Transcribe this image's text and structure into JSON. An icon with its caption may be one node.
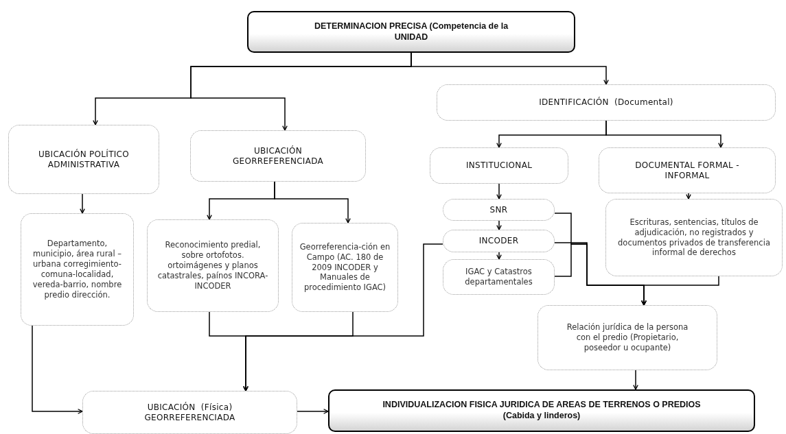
{
  "diagram": {
    "nodes": [
      {
        "text": [
          "DETERMINACION PRECISA (Competencia de la UNIDAD"
        ]
      },
      {
        "text": [
          "UBICACIÓN POLÍTICO ADMINISTRATIVA"
        ]
      },
      {
        "text": [
          "UBICACIÓN GEORREFERENCIADA"
        ]
      },
      {
        "text": [
          "IDENTIFICACIÓN  (Documental)"
        ]
      },
      {
        "text": [
          "INSTITUCIONAL"
        ]
      },
      {
        "text": [
          "DOCUMENTAL FORMAL - INFORMAL"
        ]
      },
      {
        "text": [
          "Departamento, municipio, área rural –urbana corregimiento-comuna-localidad, vereda-barrio, nombre predio dirección."
        ]
      },
      {
        "text": [
          "Reconocimiento predial, sobre ortofotos. ortoimágenes y planos catastrales, paínos INCORA-INCODER"
        ]
      },
      {
        "text": [
          "Georreferencia-ción en Campo (AC. 180 de 2009 INCODER y Manuales de procedimiento IGAC)"
        ]
      },
      {
        "text": [
          "SNR"
        ]
      },
      {
        "text": [
          "INCODER"
        ]
      },
      {
        "text": [
          "IGAC y Catastros departamentales"
        ]
      },
      {
        "text": [
          "Escrituras, sentencias, títulos de adjudicación, no registrados y documentos privados de transferencia informal de derechos"
        ]
      },
      {
        "text": [
          "Relación jurídica de la persona con el predio (Propietario, poseedor u ocupante)"
        ]
      },
      {
        "text": [
          "UBICACIÓN  (Física) GEORREFERENCIADA"
        ]
      },
      {
        "text": [
          "INDIVIDUALIZACION FISICA JURIDICA DE AREAS DE TERRENOS O PREDIOS (Cabida y linderos)"
        ]
      }
    ],
    "edges": [
      {
        "from": 0,
        "to": 1,
        "arrow": "to"
      },
      {
        "from": 0,
        "to": 2,
        "arrow": "to"
      },
      {
        "from": 0,
        "to": 3,
        "arrow": "to"
      },
      {
        "from": 1,
        "to": 6,
        "arrow": "to"
      },
      {
        "from": 2,
        "to": 7,
        "arrow": "to"
      },
      {
        "from": 2,
        "to": 8,
        "arrow": "to"
      },
      {
        "from": 3,
        "to": 4,
        "arrow": "to"
      },
      {
        "from": 3,
        "to": 5,
        "arrow": "to"
      },
      {
        "from": 4,
        "to": 9,
        "arrow": "to"
      },
      {
        "from": 9,
        "to": 10,
        "arrow": "to"
      },
      {
        "from": 10,
        "to": 11,
        "arrow": "to"
      },
      {
        "from": 5,
        "to": 12,
        "arrow": "to"
      },
      {
        "from": 6,
        "to": 14,
        "arrow": "to"
      },
      {
        "from": 7,
        "to": 14,
        "arrow": "to"
      },
      {
        "from": 8,
        "to": 14,
        "arrow": "to"
      },
      {
        "from": 10,
        "to": 14,
        "arrow": "to"
      },
      {
        "from": 9,
        "to": 13,
        "arrow": "to"
      },
      {
        "from": 10,
        "to": 13,
        "arrow": "to"
      },
      {
        "from": 11,
        "to": 13,
        "arrow": "to"
      },
      {
        "from": 12,
        "to": 13,
        "arrow": "to"
      },
      {
        "from": 13,
        "to": 15,
        "arrow": "to"
      },
      {
        "from": 14,
        "to": 15,
        "arrow": "to"
      }
    ]
  }
}
